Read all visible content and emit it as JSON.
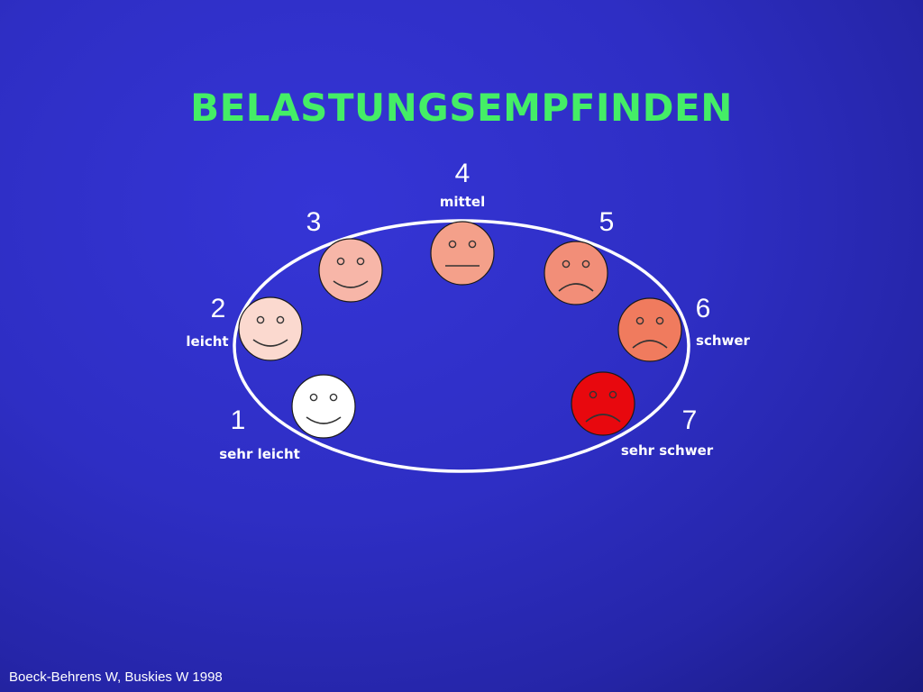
{
  "title": "BELASTUNGSEMPFINDEN",
  "title_color": "#44ee66",
  "ellipse_color": "#ffffff",
  "scale": [
    {
      "number": "4",
      "label": "mittel",
      "face": "neutral",
      "color": "#f4a08a"
    },
    {
      "number": "3",
      "label": "",
      "face": "smile",
      "color": "#f7b6a8"
    },
    {
      "number": "5",
      "label": "",
      "face": "frown",
      "color": "#f28e78"
    },
    {
      "number": "2",
      "label": "leicht",
      "face": "smile",
      "color": "#fbd9cf"
    },
    {
      "number": "6",
      "label": "schwer",
      "face": "frown",
      "color": "#f07b5e"
    },
    {
      "number": "1",
      "label": "sehr leicht",
      "face": "smile",
      "color": "#ffffff"
    },
    {
      "number": "7",
      "label": "sehr schwer",
      "face": "frown",
      "color": "#e8080e"
    }
  ],
  "citation": "Boeck-Behrens W, Buskies W 1998"
}
